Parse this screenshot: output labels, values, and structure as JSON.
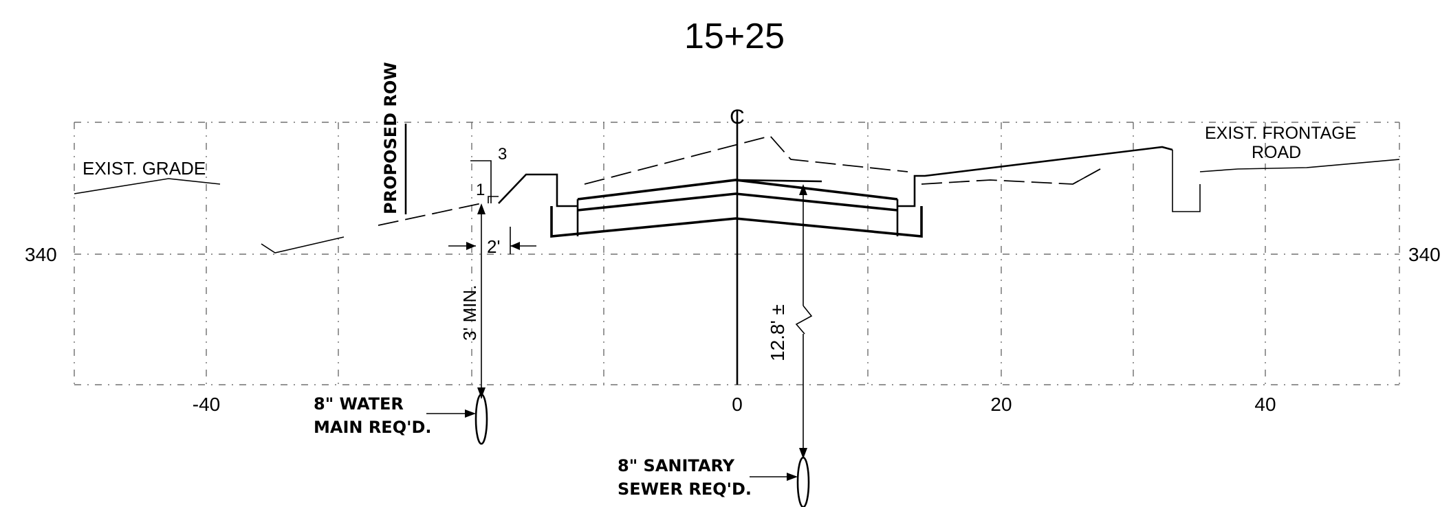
{
  "station": "15+25",
  "labels": {
    "exist_grade": "EXIST. GRADE",
    "proposed_row": "PROPOSED ROW",
    "exist_frontage_line1": "EXIST. FRONTAGE",
    "exist_frontage_line2": "ROAD",
    "centerline": "C",
    "slope_run": "3",
    "slope_rise": "1",
    "offset_dim": "2'",
    "cover_dim": "3' MIN.",
    "depth_dim": "12.8' ±",
    "water_main_line1": "8\" WATER",
    "water_main_line2": "MAIN REQ'D.",
    "sewer_line1": "8\" SANITARY",
    "sewer_line2": "SEWER REQ'D."
  },
  "elevation_label_left": "340",
  "elevation_label_right": "340",
  "offset_ticks": [
    "-40",
    "0",
    "20",
    "40"
  ]
}
